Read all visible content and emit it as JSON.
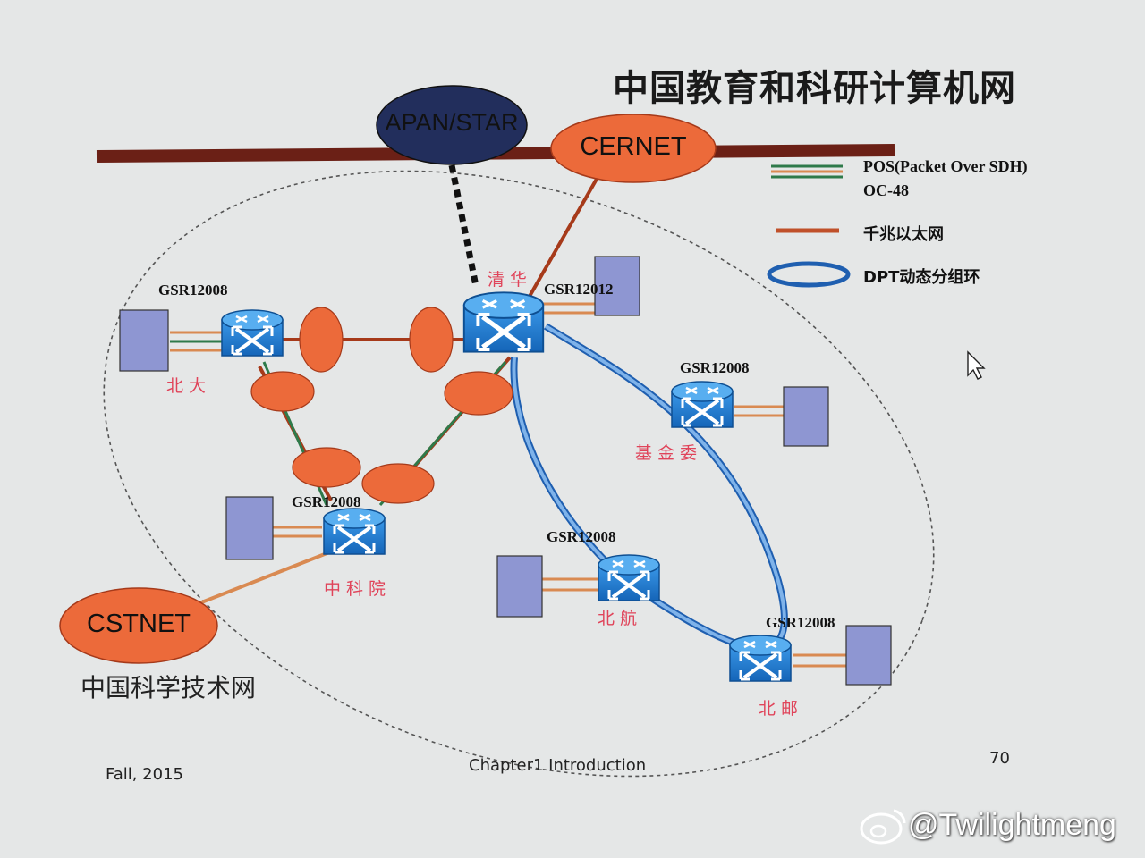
{
  "slide": {
    "title": "中国教育和科研计算机网",
    "footer_left": "Fall, 2015",
    "footer_center": "Chapter1 Introduction",
    "page_number": "70"
  },
  "networks": {
    "apan": "APAN/STAR",
    "cernet": "CERNET",
    "cstnet": "CSTNET",
    "cstnet_caption": "中国科学技术网"
  },
  "legend": {
    "pos_line1": "POS(Packet Over SDH)",
    "pos_line2": "OC-48",
    "gigabit": "千兆以太网",
    "dpt": "DPT动态分组环"
  },
  "routers": [
    {
      "id": "pku",
      "model": "GSR12008",
      "site": "北大"
    },
    {
      "id": "thu",
      "model": "GSR12012",
      "site": "清华"
    },
    {
      "id": "nsfc",
      "model": "GSR12008",
      "site": "基金委"
    },
    {
      "id": "cas",
      "model": "GSR12008",
      "site": "中科院"
    },
    {
      "id": "buaa",
      "model": "GSR12008",
      "site": "北航"
    },
    {
      "id": "bupt",
      "model": "GSR12008",
      "site": "北邮"
    }
  ],
  "colors": {
    "backbone": "#6b2016",
    "orange": "#ec6a3a",
    "navy": "#222e5c",
    "router": "#1f7fd0",
    "dpt_ring": "#5b8fd8",
    "pos_green": "#2e7a4a",
    "host_box": "#8e96d2"
  },
  "watermark": "@Twilightmeng",
  "icons": {
    "weibo": "weibo-icon",
    "cursor": "mouse-pointer-icon"
  }
}
